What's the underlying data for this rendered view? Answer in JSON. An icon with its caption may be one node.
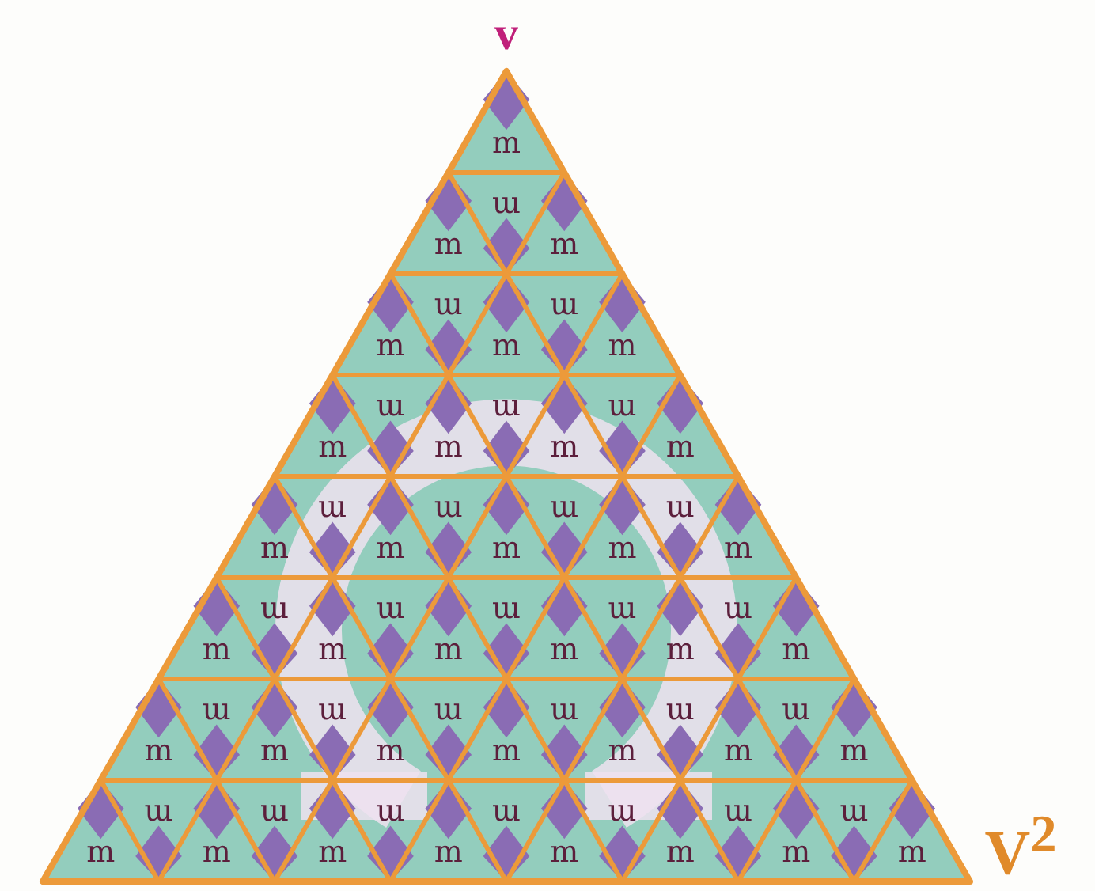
{
  "diagram": {
    "labels": [
      "v",
      "m",
      "ɯ",
      "m",
      "m",
      "ɯ",
      "ɯ",
      "m",
      "m",
      "m",
      "ɯ",
      "ɯ",
      "ɯ",
      "m",
      "m",
      "m",
      "m",
      "ɯ",
      "ɯ",
      "ɯ",
      "ɯ",
      "m",
      "m",
      "m",
      "m",
      "m",
      "ɯ",
      "ɯ",
      "ɯ",
      "ɯ",
      "ɯ",
      "m",
      "m",
      "m",
      "m",
      "m",
      "m",
      "ɯ",
      "ɯ",
      "ɯ",
      "ɯ",
      "ɯ",
      "ɯ",
      "m",
      "m",
      "m",
      "m",
      "m",
      "m",
      "m",
      "ɯ",
      "ɯ",
      "ɯ",
      "ɯ",
      "ɯ",
      "ɯ",
      "ɯ",
      "m",
      "m",
      "m",
      "m",
      "m",
      "m",
      "m",
      "m",
      "V$^{2}$"
    ]
  }
}
